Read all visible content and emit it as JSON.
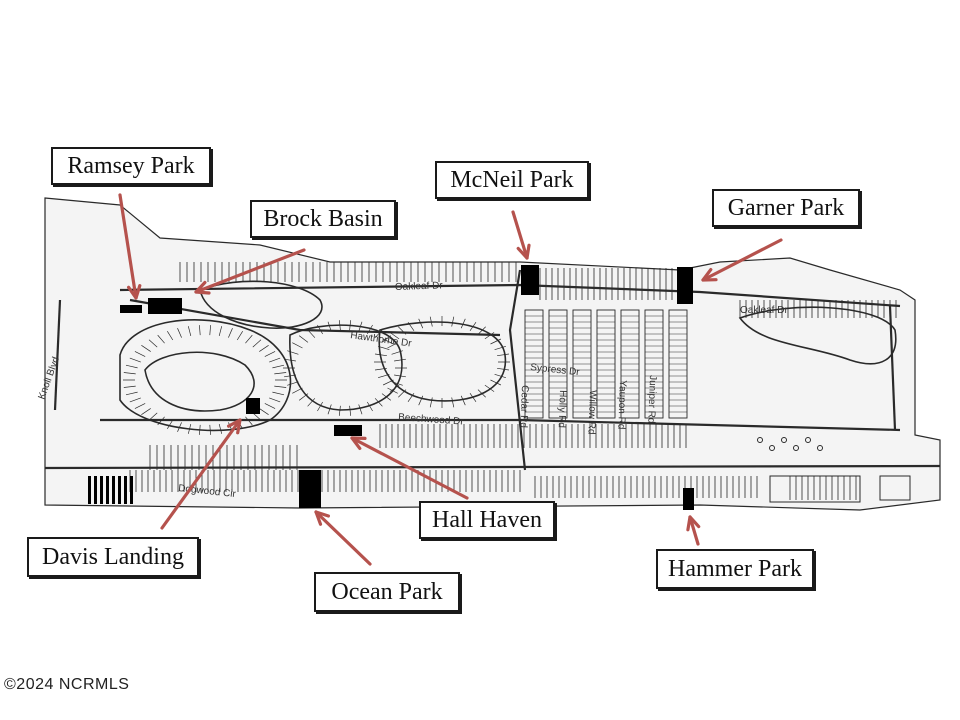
{
  "map": {
    "streets": [
      "Oakleaf Dr",
      "Oakleaf Dr",
      "Hawthorne Dr",
      "Sypress Dr",
      "Beechwood Dr",
      "Dogwood Cir",
      "Cedar Rd",
      "Holly Rd",
      "Willow Rd",
      "Yaupon Rd",
      "Juniper Rd",
      "Knoll Blvd"
    ],
    "parks": [
      {
        "label": "Ramsey Park"
      },
      {
        "label": "Brock Basin"
      },
      {
        "label": "McNeil Park"
      },
      {
        "label": "Garner Park"
      },
      {
        "label": "Davis Landing"
      },
      {
        "label": "Hall Haven"
      },
      {
        "label": "Ocean Park"
      },
      {
        "label": "Hammer Park"
      }
    ],
    "arrow_color": "#b5524d",
    "park_color": "#000000",
    "line_color": "#2a2a2a"
  },
  "watermark": "©2024 NCRMLS"
}
